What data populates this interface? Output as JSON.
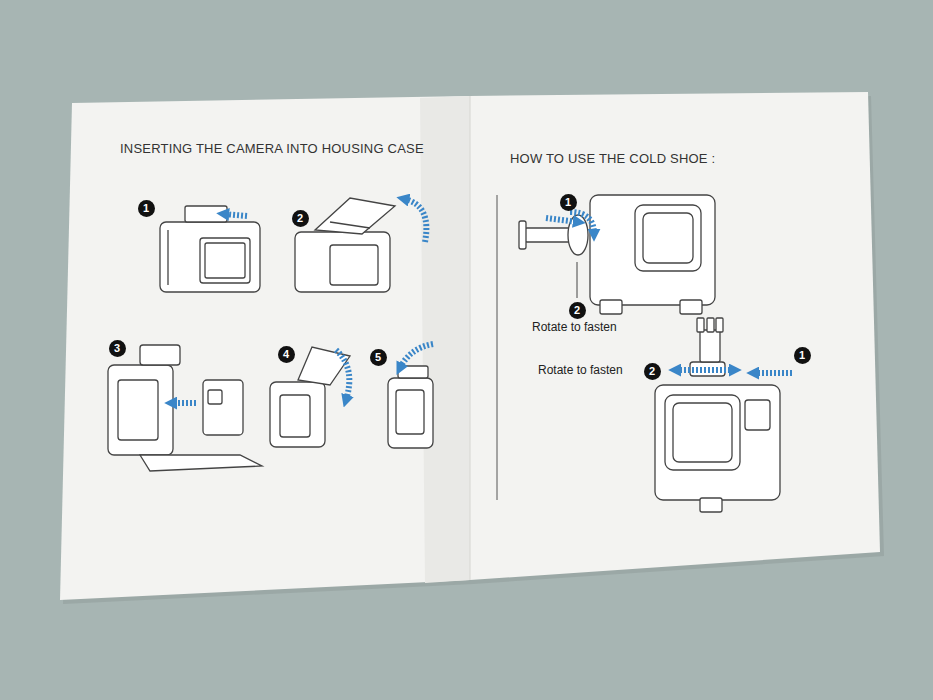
{
  "diagram": {
    "labels": [
      "INSERTING THE CAMERA INTO HOUSING CASE",
      "1",
      "2",
      "3",
      "4",
      "5",
      "HOW TO USE THE COLD SHOE :",
      "1",
      "2",
      "Rotate to fasten",
      "Rotate to fasten",
      "2",
      "1"
    ]
  }
}
